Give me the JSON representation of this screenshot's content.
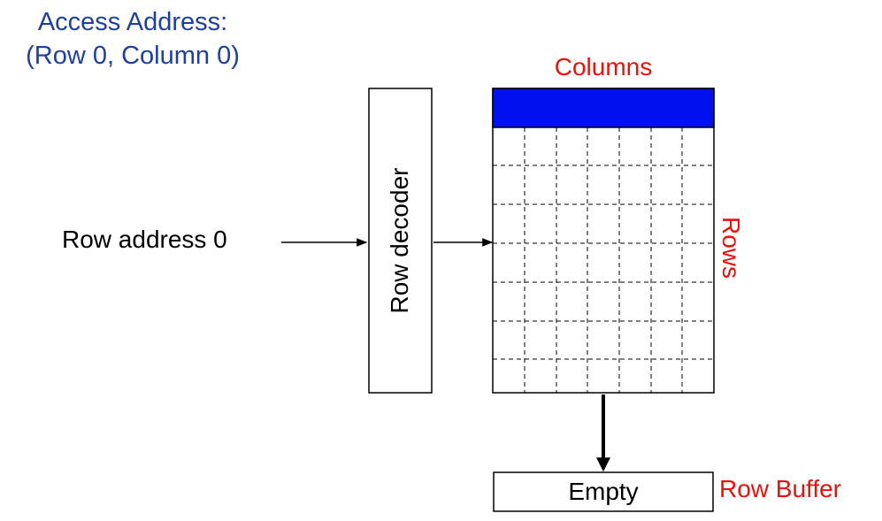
{
  "access_address": {
    "heading": "Access Address:",
    "value": "(Row 0, Column 0)"
  },
  "row_address_label": "Row address 0",
  "row_decoder_label": "Row decoder",
  "columns_label": "Columns",
  "rows_label": "Rows",
  "row_buffer": {
    "content": "Empty",
    "label": "Row Buffer"
  },
  "colors": {
    "title": "#1f3f9f",
    "accent_red": "#e8120c",
    "active_row": "#0010ee",
    "stroke": "#000000"
  }
}
